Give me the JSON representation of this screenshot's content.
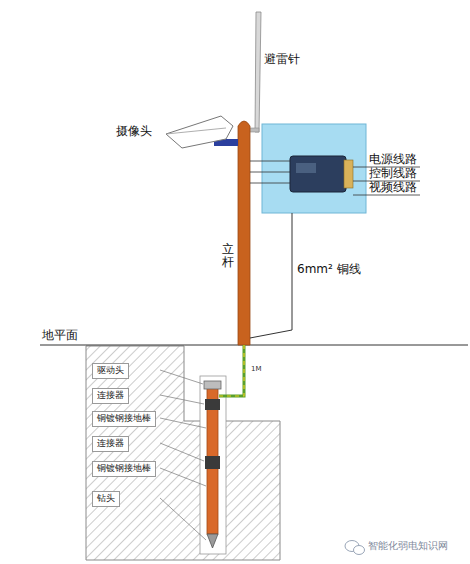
{
  "diagram": {
    "nodes": [
      {
        "text": [
          "驱动头"
        ]
      },
      {
        "text": [
          "连接器"
        ]
      },
      {
        "text": [
          "铜镀钢接地棒"
        ]
      },
      {
        "text": [
          "连接器"
        ]
      },
      {
        "text": [
          "铜镀钢接地棒"
        ]
      },
      {
        "text": [
          "钻头"
        ]
      }
    ],
    "labels": [
      "避雷针",
      "摄像头",
      "电源线路",
      "控制线路",
      "视频线路",
      "立杆",
      "6mm² 铜线",
      "地平面",
      "1M",
      "智能化弱电知识网"
    ]
  }
}
